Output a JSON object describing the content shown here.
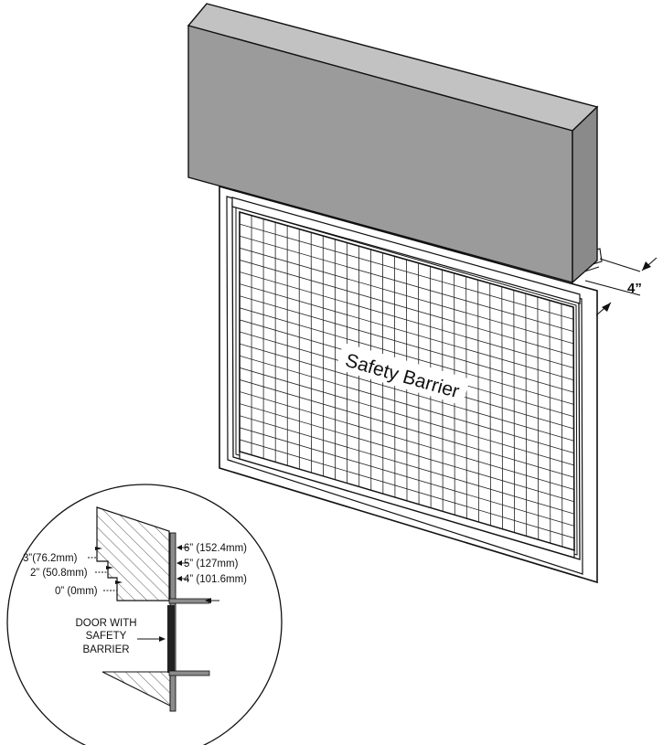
{
  "title": "",
  "colors": {
    "housing_front": "#9b9b9b",
    "housing_top": "#c2c2c2",
    "housing_side": "#8a8a8a",
    "line": "#111111",
    "hatch": "#444444",
    "door_panel": "#222222",
    "track": "#8c8c8c"
  },
  "main_diagram": {
    "barrier_label": "Safety Barrier",
    "clearance_label": "4”"
  },
  "detail": {
    "left_labels": {
      "three_inch": "3”(76.2mm)",
      "two_inch": "2” (50.8mm)",
      "zero_inch": "0” (0mm)"
    },
    "right_labels": {
      "six_inch": "6” (152.4mm)",
      "five_inch": "5” (127mm)",
      "four_inch": "4” (101.6mm)"
    },
    "door_caption": [
      "DOOR WITH",
      "SAFETY",
      "BARRIER"
    ]
  }
}
